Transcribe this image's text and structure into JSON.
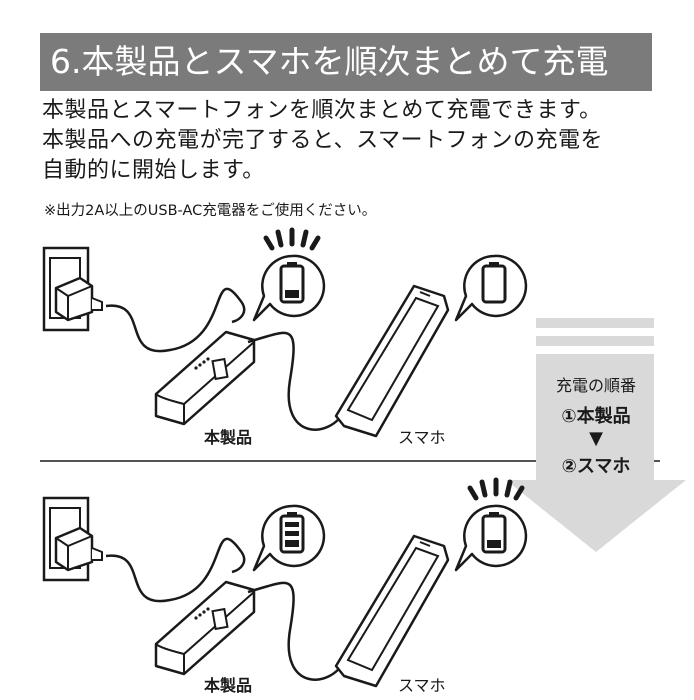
{
  "title": "6.本製品とスマホを順次まとめて充電",
  "description": [
    "本製品とスマートフォンを順次まとめて充電できます。",
    "本製品への充電が完了すると、スマートフォンの充電を",
    "自動的に開始します。"
  ],
  "note": "※出力2A以上のUSB-AC充電器をご使用ください。",
  "panels": [
    {
      "powerbank_label": "本製品",
      "phone_label": "スマホ",
      "powerbank_battery": "partial",
      "phone_battery": "empty",
      "charging": "powerbank"
    },
    {
      "powerbank_label": "本製品",
      "phone_label": "スマホ",
      "powerbank_battery": "full",
      "phone_battery": "partial",
      "charging": "phone"
    }
  ],
  "order": {
    "heading": "充電の順番",
    "step1": "①本製品",
    "arrow": "▼",
    "step2": "②スマホ"
  },
  "colors": {
    "title_bg": "#7b7b7b",
    "arrow": "#d9d9d9",
    "line": "#1a1a1a"
  }
}
